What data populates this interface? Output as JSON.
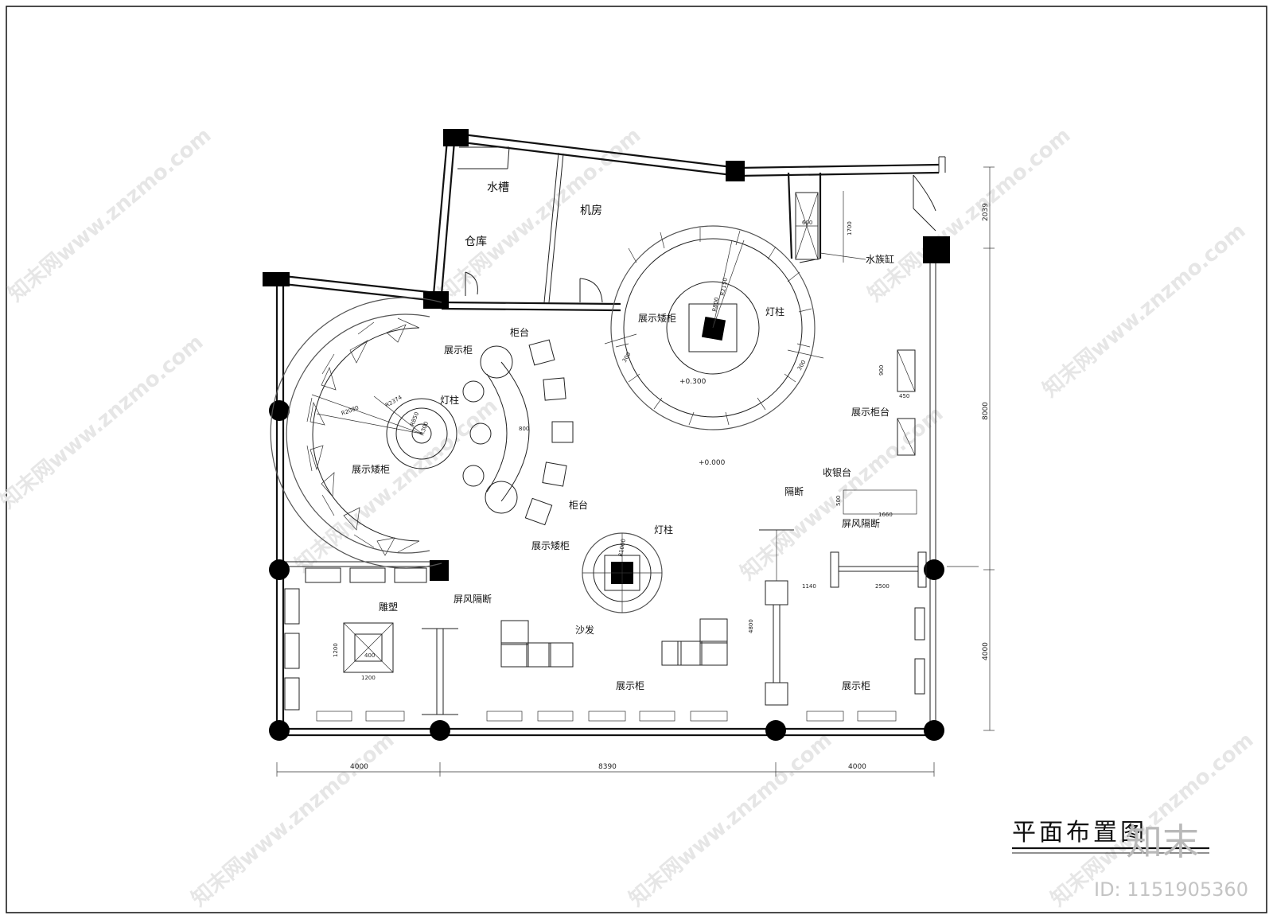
{
  "drawing": {
    "title": "平面布置图",
    "rooms": {
      "sink": "水槽",
      "storage": "仓库",
      "machine_room": "机房",
      "aquarium": "水族缸"
    },
    "labels": {
      "display_cabinet_top": "展示柜",
      "counter_top": "柜台",
      "light_pillar_left": "灯柱",
      "low_cabinet_left": "展示矮柜",
      "counter_bottom": "柜台",
      "low_cabinet_center": "展示矮柜",
      "light_pillar_center": "灯柱",
      "low_cabinet_right": "展示矮柜",
      "light_pillar_right": "灯柱",
      "display_stand": "展示柜台",
      "cashier": "收银台",
      "partition": "隔断",
      "screen_partition_right": "屏风隔断",
      "sculpture": "雕塑",
      "screen_partition_left": "屏风隔断",
      "sofa": "沙发",
      "display_cabinet_bottom": "展示柜",
      "display_cabinet_bottom_right": "展示柜"
    },
    "levels": {
      "raised": "+0.300",
      "floor": "+0.000"
    },
    "dimensions": {
      "bottom_left": "4000",
      "bottom_center": "8390",
      "bottom_right": "4000",
      "right_top": "2039",
      "right_middle": "8000",
      "right_bottom": "4000",
      "aquarium_w": "600",
      "aquarium_h": "1700",
      "ring_right_a": "300",
      "ring_right_b": "300",
      "stand_h": "900",
      "stand_w": "450",
      "counter_w": "800",
      "cashier_h": "500",
      "cashier_w": "1660",
      "screen_a": "1140",
      "screen_b": "2500",
      "partition_h": "4800",
      "sculpture_h": "1200",
      "sculpture_w": "1200",
      "sculpture_inner": "400",
      "radius_a": "R800",
      "radius_b": "R2150",
      "radius_c": "R1000",
      "radius_d": "R2374",
      "radius_e": "R2080",
      "radius_f": "R300",
      "radius_g": "R850"
    }
  },
  "watermark": {
    "logo": "知末",
    "id": "ID: 1151905360",
    "diagonal": "知末网www.znzmo.com"
  }
}
